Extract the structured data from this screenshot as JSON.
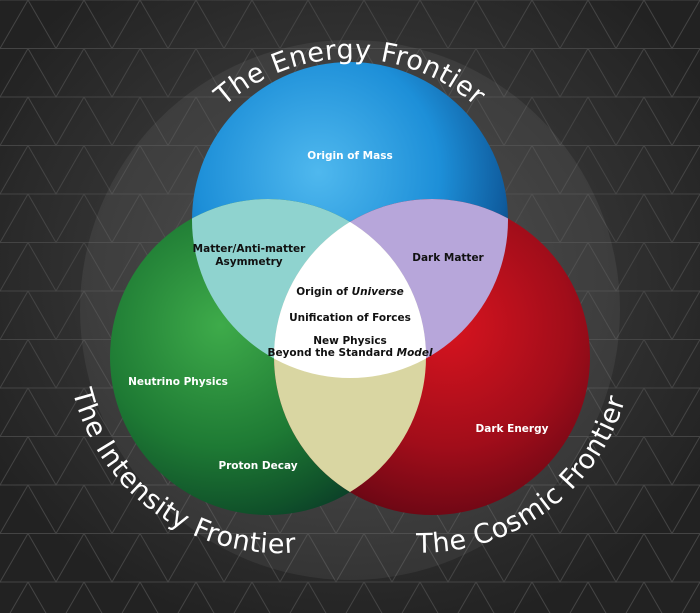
{
  "diagram": {
    "frontiers": {
      "energy": "The Energy Frontier",
      "intensity": "The Intensity Frontier",
      "cosmic": "The Cosmic Frontier"
    },
    "topics": {
      "origin_of_mass": "Origin of Mass",
      "matter_antimatter_1": "Matter/Anti-matter",
      "matter_antimatter_2": "Asymmetry",
      "dark_matter": "Dark Matter",
      "origin_of_universe_prefix": "Origin of ",
      "origin_of_universe_em": "Universe",
      "unification": "Unification of Forces",
      "new_physics_1": "New Physics",
      "new_physics_2_prefix": "Beyond the Standard ",
      "new_physics_2_em": "Model",
      "neutrino_physics": "Neutrino Physics",
      "proton_decay": "Proton Decay",
      "dark_energy": "Dark Energy"
    },
    "colors": {
      "energy": "#1f9be0",
      "intensity": "#1c7a35",
      "cosmic": "#9a0d1c",
      "center": "#ffffff",
      "background": "#2a2a2a"
    }
  }
}
